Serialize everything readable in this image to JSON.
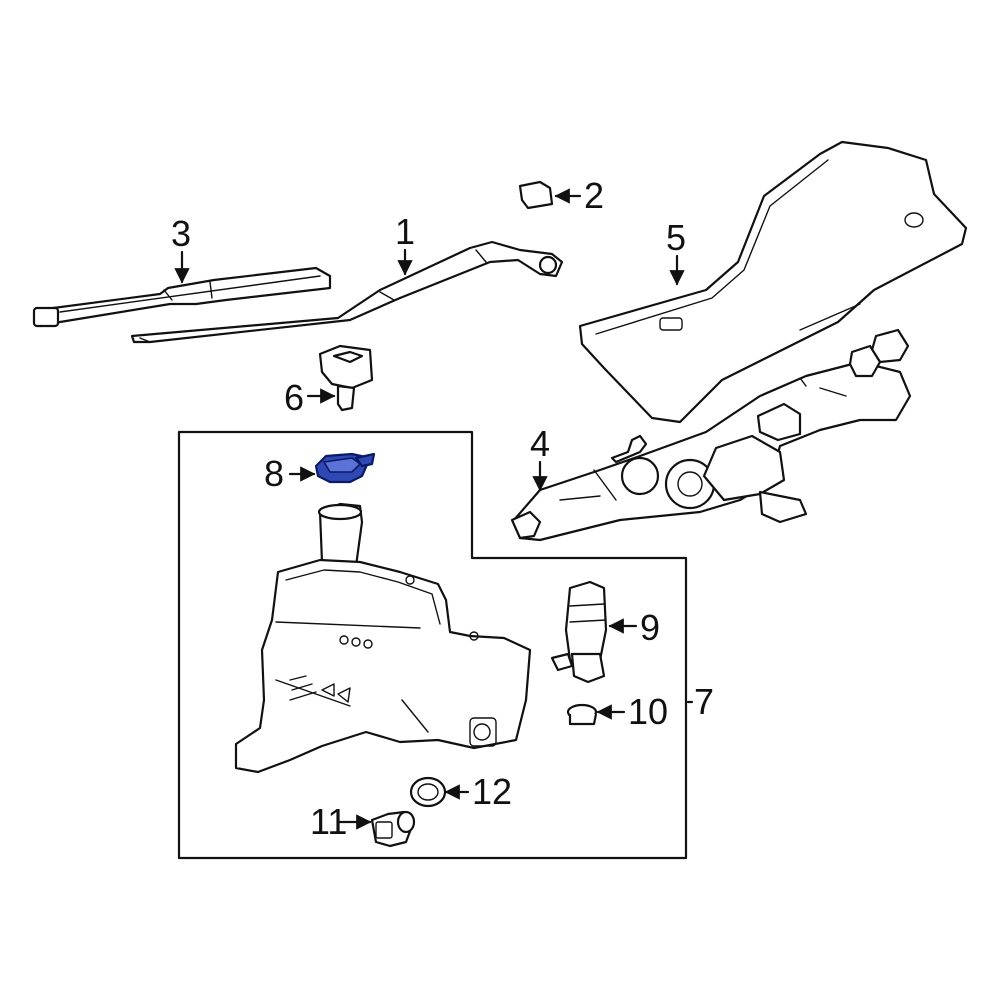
{
  "diagram": {
    "callouts": {
      "c1": "1",
      "c2": "2",
      "c3": "3",
      "c4": "4",
      "c5": "5",
      "c6": "6",
      "c7": "7",
      "c8": "8",
      "c9": "9",
      "c10": "10",
      "c11": "11",
      "c12": "12"
    },
    "colors": {
      "highlight": "#2f48b3",
      "line": "#111111",
      "background": "#ffffff"
    }
  }
}
